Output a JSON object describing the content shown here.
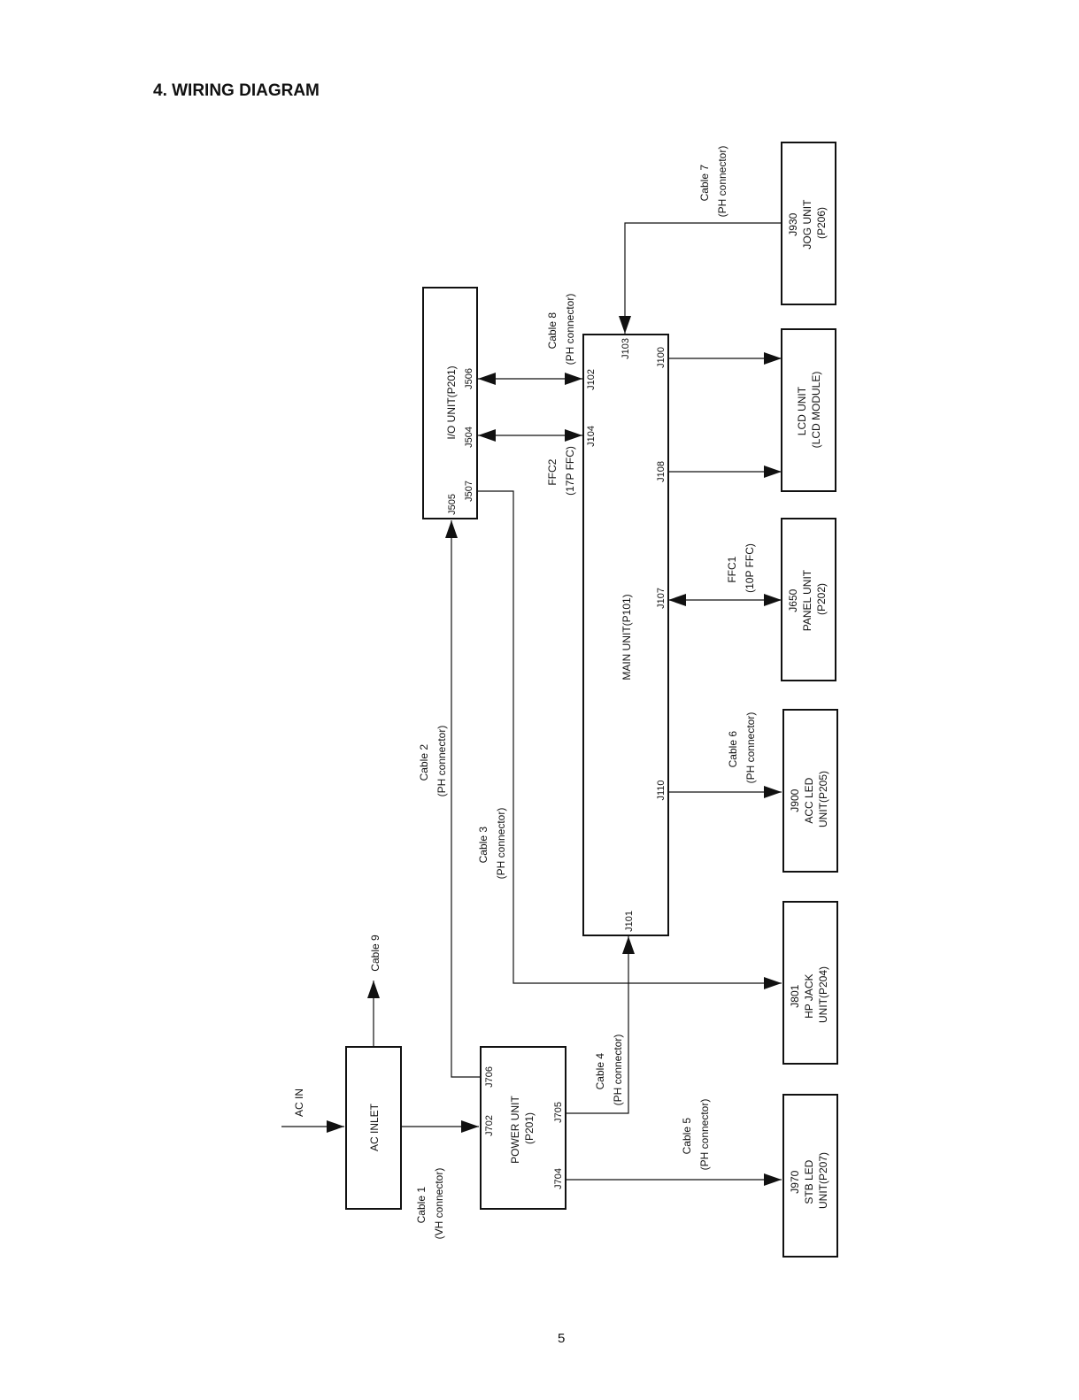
{
  "heading": "4. WIRING DIAGRAM",
  "page_number": "5",
  "units": {
    "io": [
      "I/O UNIT(P201)"
    ],
    "main": [
      "MAIN UNIT(P101)"
    ],
    "power": [
      "POWER UNIT",
      "(P201)"
    ],
    "ac_inlet": [
      "AC INLET"
    ],
    "jog": [
      "J930",
      "JOG UNIT",
      "(P206)"
    ],
    "lcd": [
      "LCD UNIT",
      "(LCD MODULE)"
    ],
    "panel": [
      "J650",
      "PANEL UNIT",
      "(P202)"
    ],
    "acc": [
      "J900",
      "ACC LED",
      "UNIT(P205)"
    ],
    "hp": [
      "J801",
      "HP JACK",
      "UNIT(P204)"
    ],
    "stb": [
      "J970",
      "STB LED",
      "UNIT(P207)"
    ]
  },
  "connectors": {
    "j506": "J506",
    "j504": "J504",
    "j505": "J505",
    "j507": "J507",
    "j102": "J102",
    "j104": "J104",
    "j103": "J103",
    "j100": "J100",
    "j108": "J108",
    "j107": "J107",
    "j110": "J110",
    "j101": "J101",
    "j706": "J706",
    "j702": "J702",
    "j705": "J705",
    "j704": "J704"
  },
  "cables": {
    "cable1": [
      "Cable 1",
      "(VH connector)"
    ],
    "cable2": [
      "Cable 2",
      "(PH connector)"
    ],
    "cable3": [
      "Cable 3",
      "(PH connector)"
    ],
    "cable4": [
      "Cable 4",
      "(PH connector)"
    ],
    "cable5": [
      "Cable 5",
      "(PH connector)"
    ],
    "cable6": [
      "Cable 6",
      "(PH connector)"
    ],
    "cable7": [
      "Cable 7",
      "(PH connector)"
    ],
    "cable8": [
      "Cable 8",
      "(PH connector)"
    ],
    "cable9": [
      "Cable 9"
    ],
    "ffc1": [
      "FFC1",
      "(10P FFC)"
    ],
    "ffc2": [
      "FFC2",
      "(17P FFC)"
    ],
    "ac_in": [
      "AC IN"
    ]
  }
}
